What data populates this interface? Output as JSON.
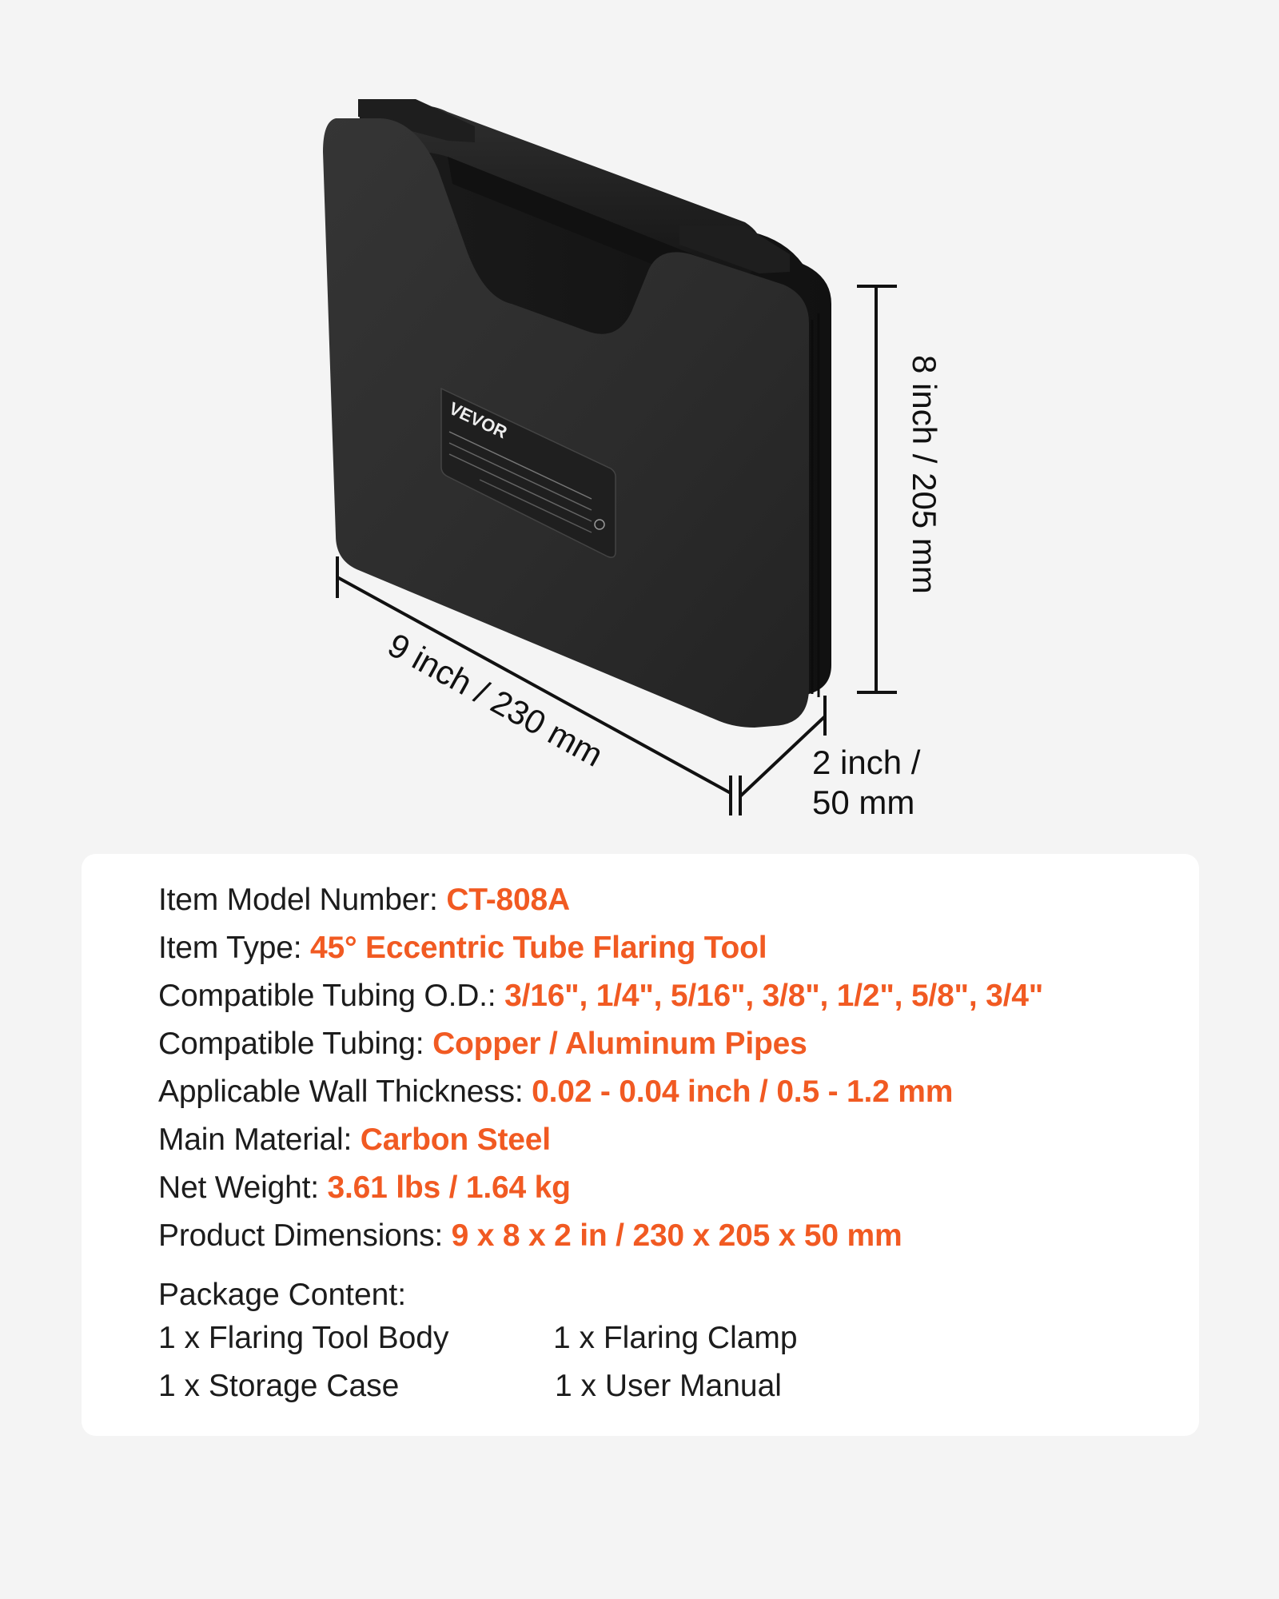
{
  "product": {
    "brand": "VEVOR",
    "dimensions": {
      "width_label": "9 inch  / 230 mm",
      "height_label": "8 inch  / 205 mm",
      "depth_label_line1": "2 inch  /",
      "depth_label_line2": "50 mm"
    }
  },
  "specs": [
    {
      "label": "Item Model Number: ",
      "value": "CT-808A"
    },
    {
      "label": "Item Type: ",
      "value": "45° Eccentric Tube Flaring Tool"
    },
    {
      "label": "Compatible Tubing O.D.: ",
      "value": "3/16\", 1/4\", 5/16\", 3/8\", 1/2\", 5/8\", 3/4\""
    },
    {
      "label": "Compatible Tubing: ",
      "value": "Copper / Aluminum Pipes"
    },
    {
      "label": "Applicable Wall Thickness: ",
      "value": "0.02 - 0.04 inch / 0.5 - 1.2 mm"
    },
    {
      "label": "Main Material: ",
      "value": "Carbon Steel"
    },
    {
      "label": "Net Weight: ",
      "value": "3.61 lbs / 1.64 kg"
    },
    {
      "label": "Product Dimensions: ",
      "value": "9 x 8 x 2 in / 230 x 205 x 50 mm"
    }
  ],
  "package": {
    "title": "Package Content:",
    "items": [
      "1 x Flaring Tool Body",
      "1 x Flaring Clamp",
      "1 x Storage Case",
      "1 x User Manual"
    ]
  },
  "colors": {
    "accent": "#f15a22",
    "text": "#1c1c1c",
    "background": "#f4f4f4",
    "card": "#ffffff",
    "case": "#2b2b2b"
  }
}
